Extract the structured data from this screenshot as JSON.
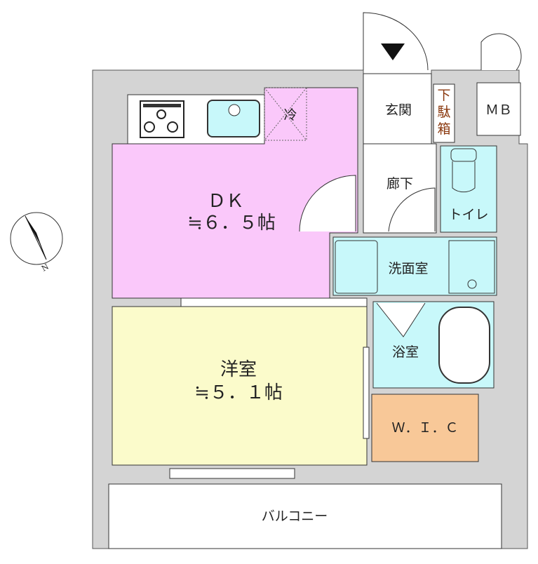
{
  "rooms": {
    "dk": {
      "name": "ＤＫ",
      "area": "≒６．５帖"
    },
    "western": {
      "name": "洋室",
      "area": "≒５．１帖"
    },
    "genkan": "玄関",
    "getabako": [
      "下",
      "駄",
      "箱"
    ],
    "mb": "ＭＢ",
    "hallway": "廊下",
    "toilet": "トイレ",
    "washroom": "洗面室",
    "bathroom": "浴室",
    "wic": "Ｗ．Ｉ．Ｃ",
    "balcony": "バルコニー",
    "fridge": "冷"
  },
  "compass": {
    "label": "N"
  },
  "colors": {
    "wall": "#d4d4d4",
    "dk": "#fac8fa",
    "western": "#fbfbcb",
    "wet": "#c8f8fa",
    "wic": "#f8c898",
    "getabako_text": "#8b3a10"
  }
}
